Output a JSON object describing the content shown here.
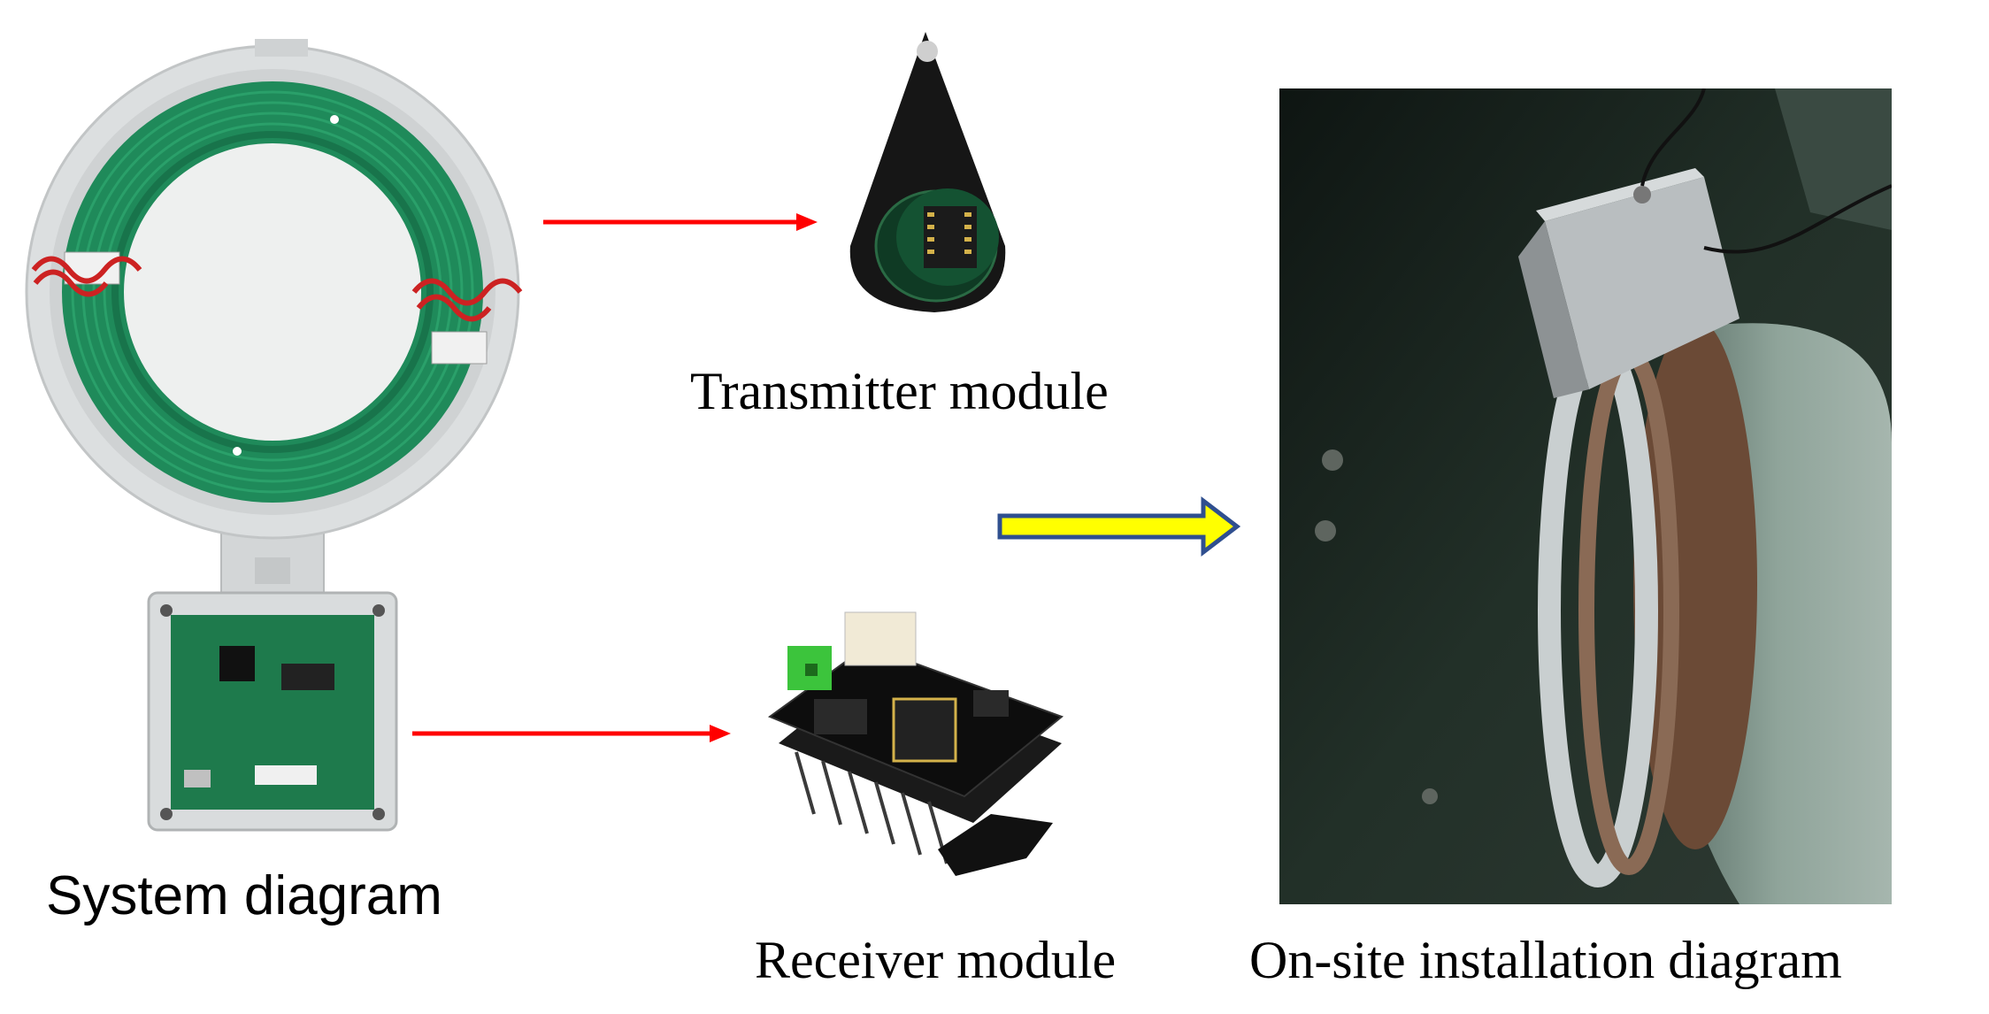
{
  "labels": {
    "transmitter": "Transmitter module",
    "system": "System diagram",
    "receiver": "Receiver module",
    "onsite": "On-site installation diagram"
  },
  "colors": {
    "red_arrow": "#ff0000",
    "block_arrow_fill": "#ffff00",
    "block_arrow_stroke": "#2f4f8f",
    "pcb_green": "#1f8a5a",
    "housing_grey": "#d9dcdd",
    "photo_dark": "#1f2a26"
  },
  "icons": {
    "system_photo": "coil-ring-with-box-icon",
    "transmitter_photo": "transmitter-pcb-icon",
    "receiver_photo": "receiver-board-icon",
    "onsite_photo": "installation-photo-icon"
  }
}
